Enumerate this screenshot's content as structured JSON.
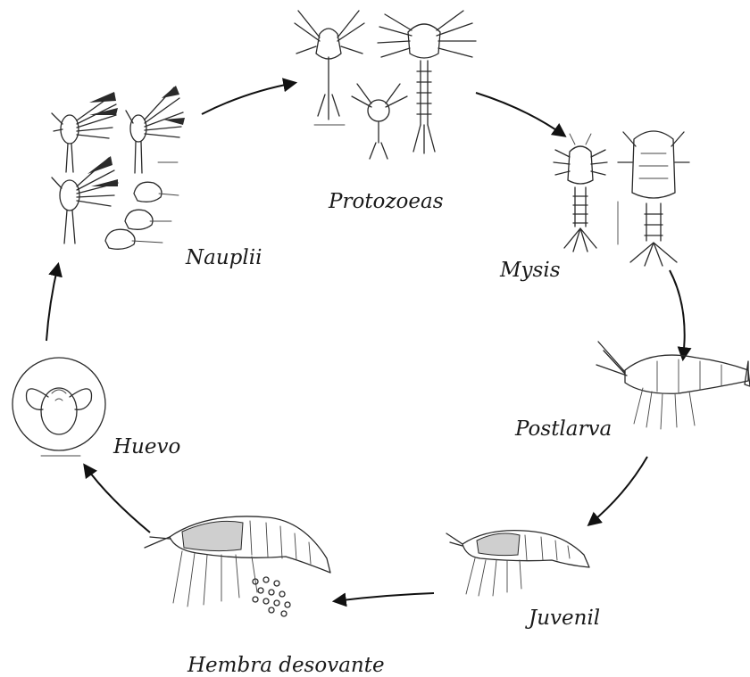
{
  "stages": {
    "nauplii": "Nauplii",
    "protozoeas": "Protozoeas",
    "mysis": "Mysis",
    "postlarva": "Postlarva",
    "juvenil": "Juvenil",
    "hembra": "Hembra desovante",
    "huevo": "Huevo"
  },
  "icons": [
    "nauplii-illustration",
    "protozoea-illustration",
    "mysis-illustration",
    "postlarva-illustration",
    "juvenile-shrimp-illustration",
    "spawning-female-illustration",
    "egg-illustration"
  ],
  "colors": {
    "ink": "#2a2a2a",
    "arrow": "#111111",
    "background": "#ffffff"
  }
}
